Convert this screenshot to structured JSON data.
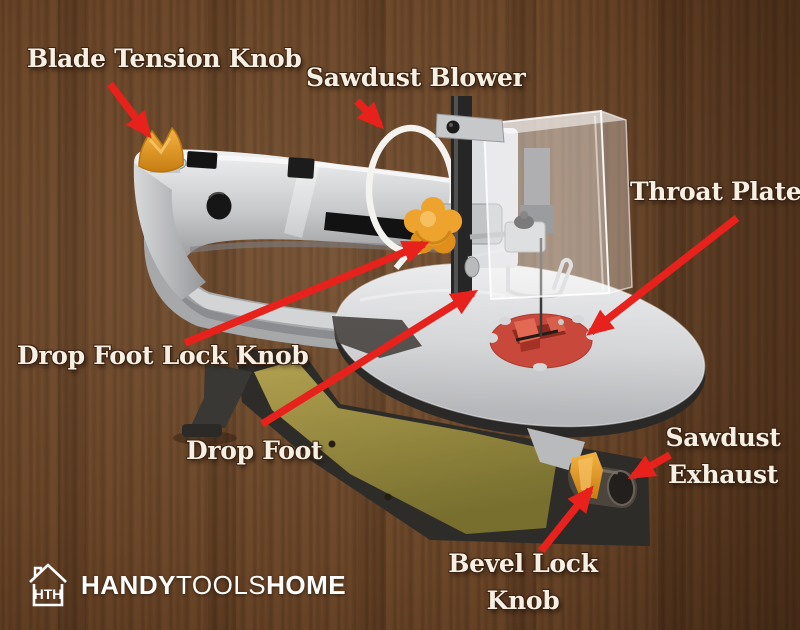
{
  "image": {
    "description": "Scroll saw parts diagram on wood background",
    "background_color": "#6b4628",
    "arrow_color": "#e7211b",
    "label_text_color": "#f6efe3"
  },
  "labels": {
    "blade_tension": "Blade Tension Knob",
    "sawdust_blower": "Sawdust Blower",
    "throat_plate": "Throat Plate",
    "drop_foot_lock": "Drop Foot Lock Knob",
    "drop_foot": "Drop Foot",
    "sawdust_exhaust_line1": "Sawdust",
    "sawdust_exhaust_line2": "Exhaust",
    "bevel_lock_line1": "Bevel Lock",
    "bevel_lock_line2": "Knob"
  },
  "machine": {
    "knob_color": "#eea32f",
    "throat_plate_color": "#c8493c",
    "base_panel_color": "#a2914a",
    "body_color": "#c9cacc"
  },
  "logo": {
    "icon_text": "HTH",
    "brand_bold1": "HANDY",
    "brand_light": "TOOLS",
    "brand_bold2": "HOME"
  }
}
